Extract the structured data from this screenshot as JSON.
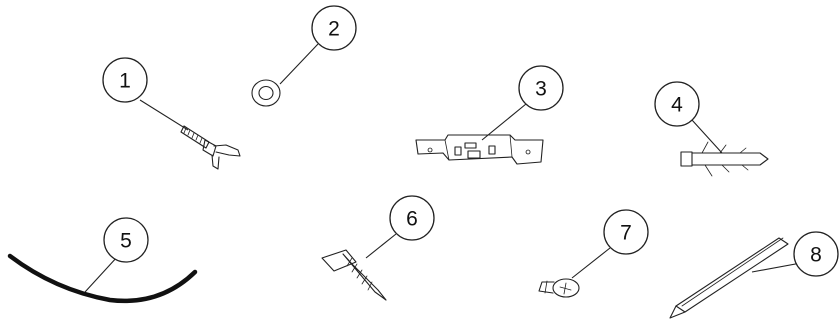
{
  "parts": [
    {
      "id": "part-1",
      "label": "1"
    },
    {
      "id": "part-2",
      "label": "2"
    },
    {
      "id": "part-3",
      "label": "3"
    },
    {
      "id": "part-4",
      "label": "4"
    },
    {
      "id": "part-5",
      "label": "5"
    },
    {
      "id": "part-6",
      "label": "6"
    },
    {
      "id": "part-7",
      "label": "7"
    },
    {
      "id": "part-8",
      "label": "8"
    }
  ]
}
